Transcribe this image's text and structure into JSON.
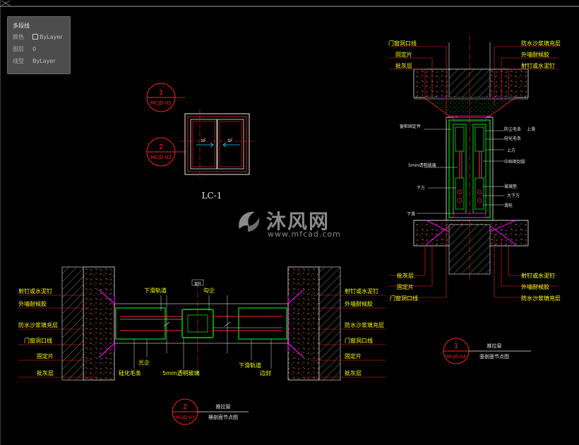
{
  "properties_panel": {
    "title": "多段线",
    "rows": [
      {
        "key": "颜色",
        "value": "ByLayer",
        "swatch": true
      },
      {
        "key": "图层",
        "value": "0"
      },
      {
        "key": "线型",
        "value": "ByLayer"
      }
    ]
  },
  "watermark": {
    "brand": "沐风网",
    "url": "www.mfcad.com"
  },
  "colors": {
    "red": "#ff2020",
    "yellow": "#ffff00",
    "white": "#e8e8e8",
    "green": "#00e000",
    "magenta": "#e000e0",
    "cyan": "#00d8ff",
    "gray": "#7a7a7a"
  },
  "lc1": {
    "marker_top": {
      "num": "1",
      "code": "MCJD-01"
    },
    "marker_bottom": {
      "num": "2",
      "code": "MCJD-02"
    },
    "label": "LC-1",
    "pane_left": "SF",
    "pane_right": "SF"
  },
  "vertical_section": {
    "marker": {
      "num": "1",
      "code": "MCJD-04"
    },
    "title1": "推拉窗",
    "title2": "竖剖面节点图",
    "left_top": [
      "门窗洞口线",
      "固定片",
      "批灰层"
    ],
    "right_top": [
      "防水沙浆填充层",
      "外墙耐候胶",
      "射钉或水泥钉"
    ],
    "mid_left": [
      "窗柜固定件",
      "5mm透明玻璃",
      "下方",
      "下滑"
    ],
    "mid_right": [
      "防尘毛条",
      "上滑",
      "硅化毛条",
      "上方",
      "中档密封胶",
      "玻璃垫",
      "大下方",
      "滑轮"
    ],
    "left_bottom": [
      "批灰层",
      "固定片",
      "门窗洞口线"
    ],
    "right_bottom": [
      "射钉或水泥钉",
      "外墙耐候胶",
      "防水沙浆填充层"
    ]
  },
  "horizontal_section": {
    "marker": {
      "num": "2",
      "code": "MCJD-03"
    },
    "title1": "推拉窗",
    "title2": "横剖面节点图",
    "center_tag": "室外",
    "left": [
      "射钉或水泥钉",
      "外墙耐候胶",
      "防水沙浆填充层",
      "门窗洞口线",
      "固定片",
      "批灰层"
    ],
    "right": [
      "射钉或水泥钉",
      "外墙耐候胶",
      "防水沙浆填充层",
      "门窗洞口线",
      "固定片",
      "批灰层"
    ],
    "top": [
      "下滑轨道",
      "勾企"
    ],
    "bottom": [
      "光企",
      "硅化毛条",
      "5mm透明玻璃",
      "下滑轨道",
      "边封"
    ]
  }
}
